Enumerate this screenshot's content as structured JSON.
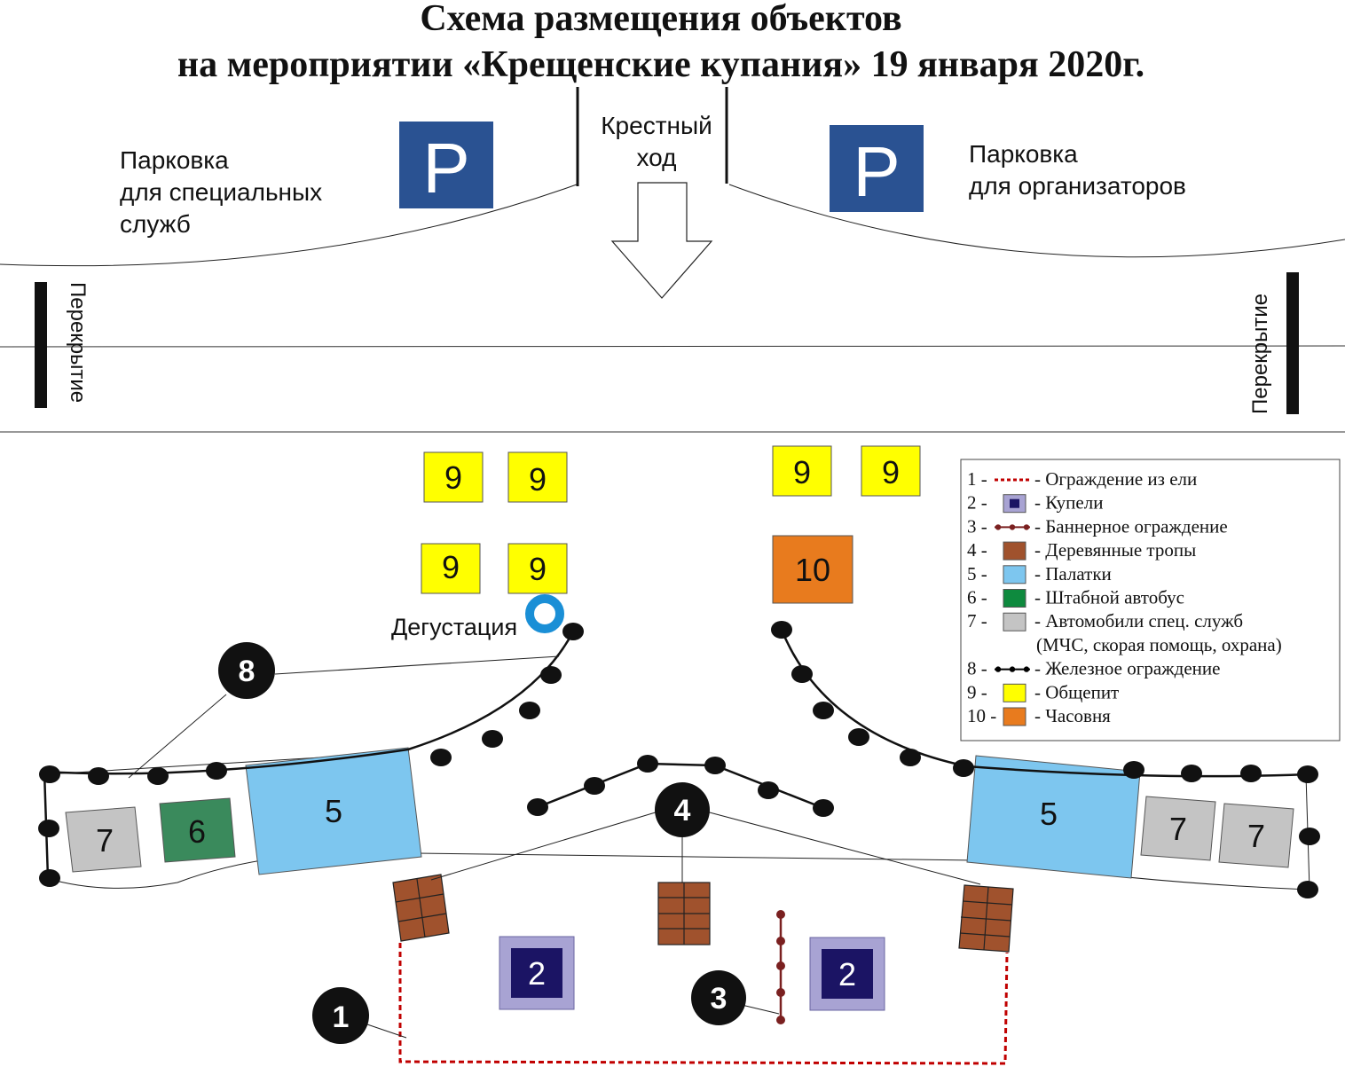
{
  "title": {
    "line1": "Схема размещения объектов",
    "line2": "на мероприятии «Крещенские купания» 19 января 2020г."
  },
  "parking": {
    "symbol": "P",
    "color": "#2a5292",
    "left": {
      "line1": "Парковка",
      "line2": "для специальных",
      "line3": "служб"
    },
    "right": {
      "line1": "Парковка",
      "line2": "для организаторов"
    }
  },
  "procession": {
    "line1": "Крестный",
    "line2": "ход"
  },
  "road_closure": {
    "left": "Перекрытие",
    "right": "Перекрытие"
  },
  "tasting": {
    "label": "Дегустация",
    "color": "#1a8fd6"
  },
  "objects": {
    "food": {
      "number": "9",
      "color": "#ffff00"
    },
    "chapel": {
      "number": "10",
      "color": "#e87b1e"
    },
    "tent": {
      "number": "5",
      "color": "#7dc6ef"
    },
    "bus": {
      "number": "6",
      "color": "#3a8a5c"
    },
    "cars": {
      "number": "7",
      "color": "#c4c4c4"
    },
    "font": {
      "number": "2",
      "color": "#1b1464",
      "frame": "#a8a3d3"
    },
    "walkway": {
      "color": "#a0522d"
    }
  },
  "callouts": {
    "c1": "1",
    "c3": "3",
    "c4": "4",
    "c8": "8"
  },
  "legend": {
    "items": [
      {
        "num": "1 -",
        "label": "- Ограждение из ели",
        "symbol": "dashed-red-line",
        "color": "#c00000"
      },
      {
        "num": "2 -",
        "label": "- Купели",
        "symbol": "font-square",
        "color": "#1b1464"
      },
      {
        "num": "3 -",
        "label": "- Баннерное ограждение",
        "symbol": "dotted-brown-line",
        "color": "#7a2020"
      },
      {
        "num": "4 -",
        "label": "- Деревянные тропы",
        "symbol": "square",
        "color": "#a0522d"
      },
      {
        "num": "5 -",
        "label": "- Палатки",
        "symbol": "square",
        "color": "#7dc6ef"
      },
      {
        "num": "6 -",
        "label": "- Штабной автобус",
        "symbol": "square",
        "color": "#0e8a3e"
      },
      {
        "num": "7 -",
        "label": "- Автомобили спец. служб",
        "symbol": "square",
        "color": "#c4c4c4"
      },
      {
        "num": "",
        "label": "(МЧС, скорая помощь, охрана)",
        "symbol": "none",
        "color": ""
      },
      {
        "num": "8 -",
        "label": "- Железное ограждение",
        "symbol": "dotted-black-line",
        "color": "#000000"
      },
      {
        "num": "9 -",
        "label": "- Общепит",
        "symbol": "square",
        "color": "#ffff00"
      },
      {
        "num": "10 -",
        "label": "- Часовня",
        "symbol": "square",
        "color": "#e87b1e"
      }
    ]
  }
}
